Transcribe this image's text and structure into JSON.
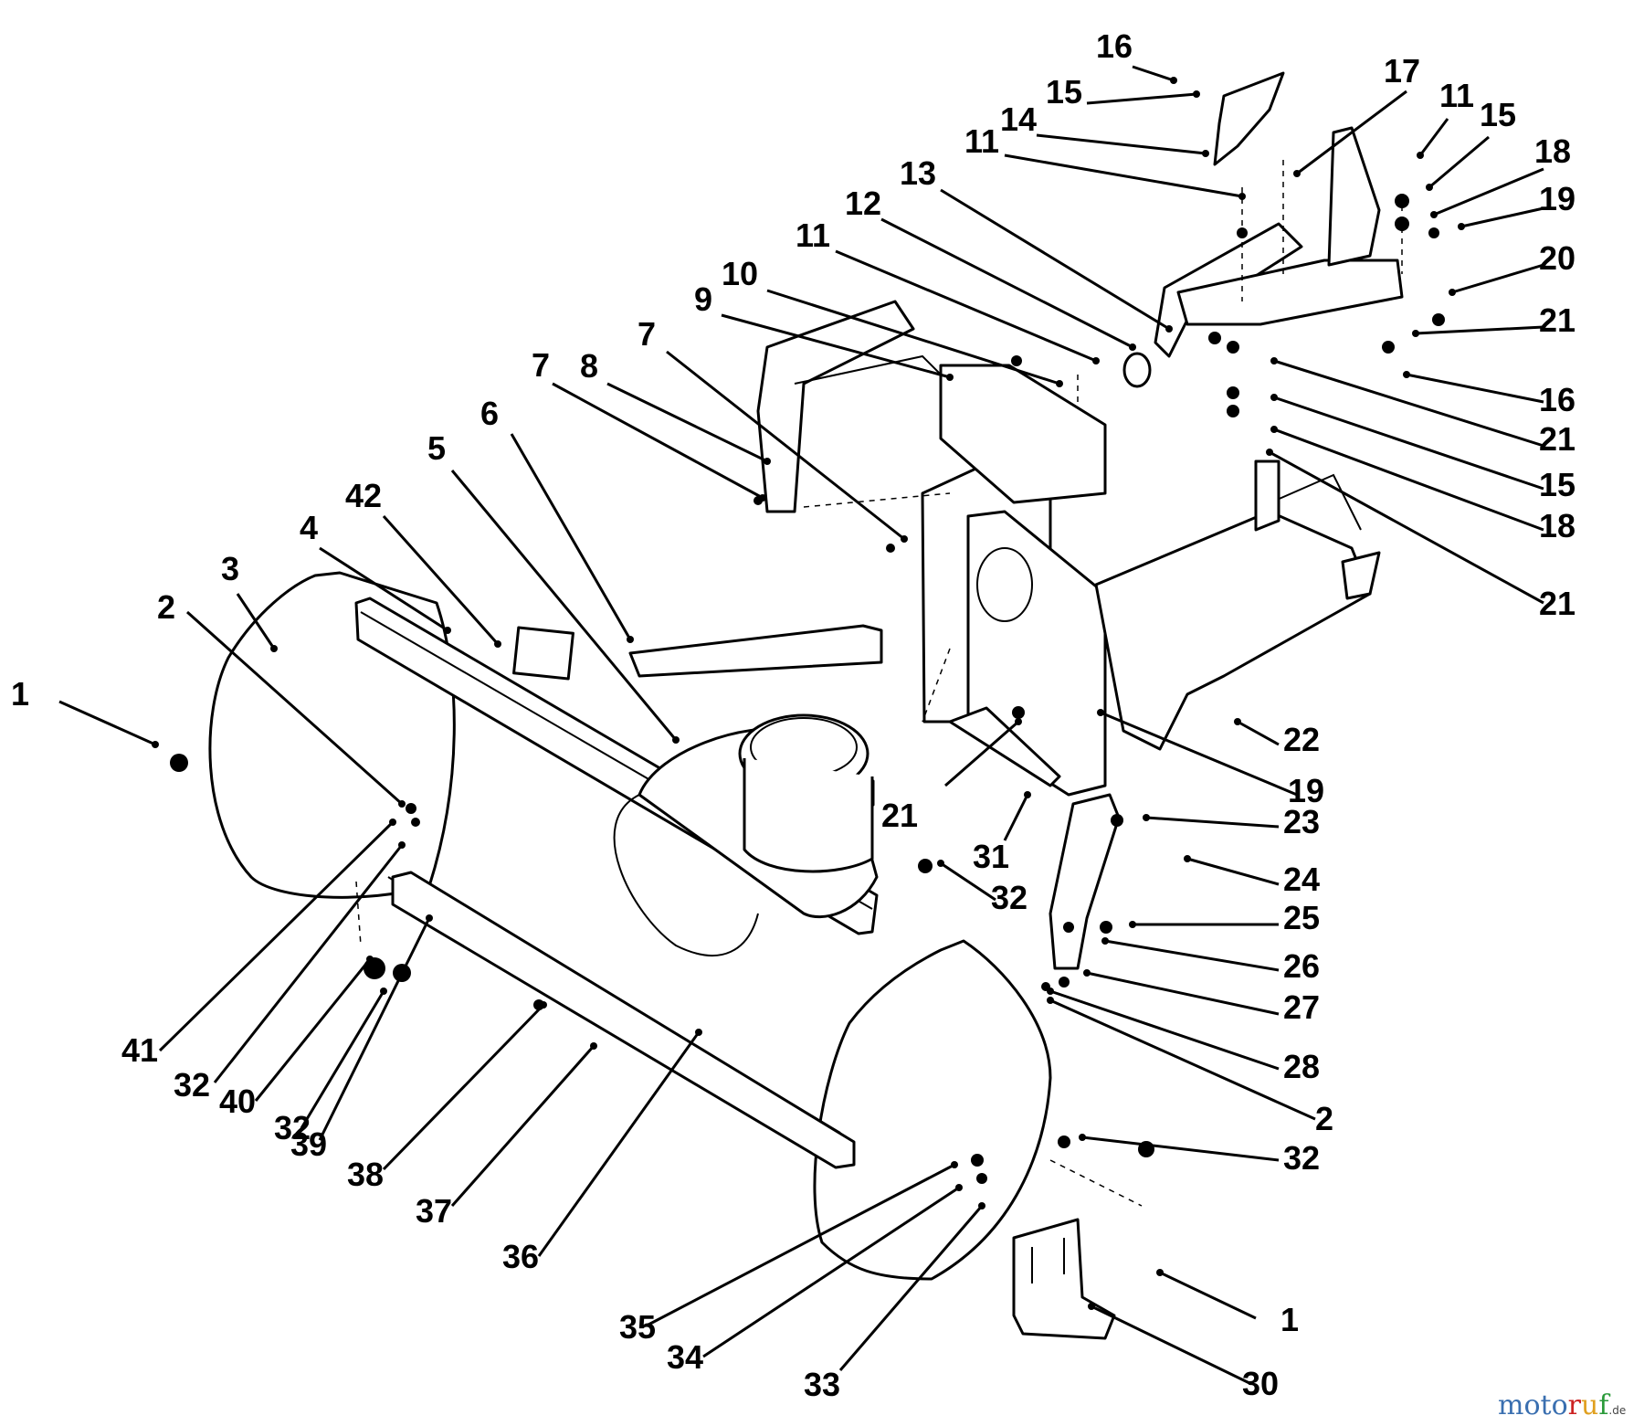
{
  "watermark": {
    "brand_main": "motoruf",
    "brand_tld": ".de",
    "colors": {
      "moto": "#3a6fb0",
      "r": "#cc2222",
      "u": "#e0a020",
      "f": "#2a9a3a"
    }
  },
  "callouts": [
    {
      "label": "1"
    },
    {
      "label": "1"
    },
    {
      "label": "2"
    },
    {
      "label": "2"
    },
    {
      "label": "3"
    },
    {
      "label": "4"
    },
    {
      "label": "5"
    },
    {
      "label": "6"
    },
    {
      "label": "7"
    },
    {
      "label": "7"
    },
    {
      "label": "8"
    },
    {
      "label": "9"
    },
    {
      "label": "10"
    },
    {
      "label": "11"
    },
    {
      "label": "11"
    },
    {
      "label": "11"
    },
    {
      "label": "12"
    },
    {
      "label": "13"
    },
    {
      "label": "14"
    },
    {
      "label": "15"
    },
    {
      "label": "15"
    },
    {
      "label": "15"
    },
    {
      "label": "16"
    },
    {
      "label": "16"
    },
    {
      "label": "17"
    },
    {
      "label": "18"
    },
    {
      "label": "18"
    },
    {
      "label": "19"
    },
    {
      "label": "19"
    },
    {
      "label": "20"
    },
    {
      "label": "21"
    },
    {
      "label": "21"
    },
    {
      "label": "21"
    },
    {
      "label": "21"
    },
    {
      "label": "22"
    },
    {
      "label": "23"
    },
    {
      "label": "24"
    },
    {
      "label": "25"
    },
    {
      "label": "26"
    },
    {
      "label": "27"
    },
    {
      "label": "28"
    },
    {
      "label": "30"
    },
    {
      "label": "31"
    },
    {
      "label": "32"
    },
    {
      "label": "32"
    },
    {
      "label": "32"
    },
    {
      "label": "32"
    },
    {
      "label": "33"
    },
    {
      "label": "34"
    },
    {
      "label": "35"
    },
    {
      "label": "36"
    },
    {
      "label": "37"
    },
    {
      "label": "38"
    },
    {
      "label": "39"
    },
    {
      "label": "40"
    },
    {
      "label": "41"
    },
    {
      "label": "42"
    }
  ]
}
